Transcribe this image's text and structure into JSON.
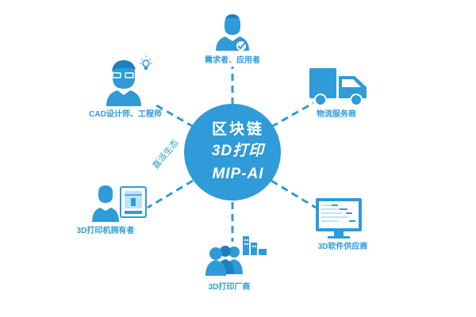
{
  "colors": {
    "primary": "#2f9bd8",
    "dark": "#1d7fc0",
    "light": "#bfe2f6",
    "white": "#ffffff"
  },
  "center": {
    "line1": "区块链",
    "line2": "3D打印",
    "line3": "MIP-AI"
  },
  "ecosystem_label": "嘉派生态",
  "nodes": {
    "top": {
      "label": "需求者、应用者",
      "icon": "user-check-icon"
    },
    "top_left": {
      "label": "CAD设计师、工程师",
      "icon": "engineer-idea-icon"
    },
    "top_right": {
      "label": "物流服务商",
      "icon": "delivery-truck-icon"
    },
    "bottom_left": {
      "label": "3D打印机拥有者",
      "icon": "printer-owner-icon"
    },
    "bottom": {
      "label": "3D打印厂商",
      "icon": "manufacturer-icon"
    },
    "bottom_right": {
      "label": "3D软件供应商",
      "icon": "software-monitor-icon"
    }
  }
}
